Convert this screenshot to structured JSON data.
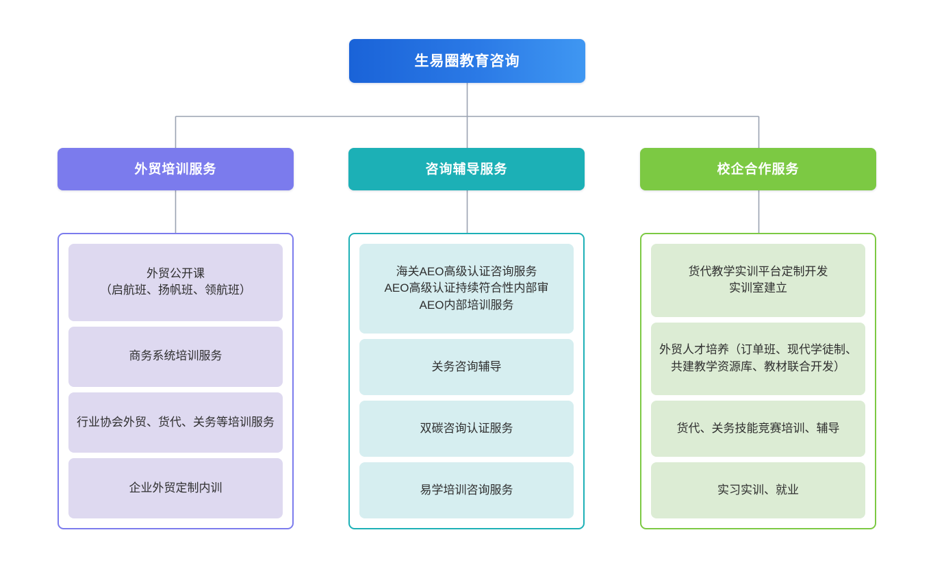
{
  "diagram": {
    "type": "organizational-chart",
    "root": {
      "label": "生易圈教育咨询",
      "color_start": "#1a63d8",
      "color_end": "#3f97f2"
    },
    "branches": [
      {
        "label": "外贸培训服务",
        "header_color": "#7b7bed",
        "border_color": "#7b7bed",
        "item_color": "#ded9f0",
        "items": [
          "外贸公开课\n（启航班、扬帆班、领航班）",
          "商务系统培训服务",
          "行业协会外贸、货代、关务等培训服务",
          "企业外贸定制内训"
        ]
      },
      {
        "label": "咨询辅导服务",
        "header_color": "#1cb0b6",
        "border_color": "#1cb0b6",
        "item_color": "#d6eef0",
        "items": [
          "海关AEO高级认证咨询服务\nAEO高级认证持续符合性内部审\nAEO内部培训服务",
          "关务咨询辅导",
          "双碳咨询认证服务",
          "易学培训咨询服务"
        ]
      },
      {
        "label": "校企合作服务",
        "header_color": "#7cc943",
        "border_color": "#7cc943",
        "item_color": "#dcecd4",
        "items": [
          "货代教学实训平台定制开发\n实训室建立",
          "外贸人才培养（订单班、现代学徒制、共建教学资源库、教材联合开发）",
          "货代、关务技能竞赛培训、辅导",
          "实习实训、就业"
        ]
      }
    ],
    "connector_color": "#9aa2b1"
  }
}
